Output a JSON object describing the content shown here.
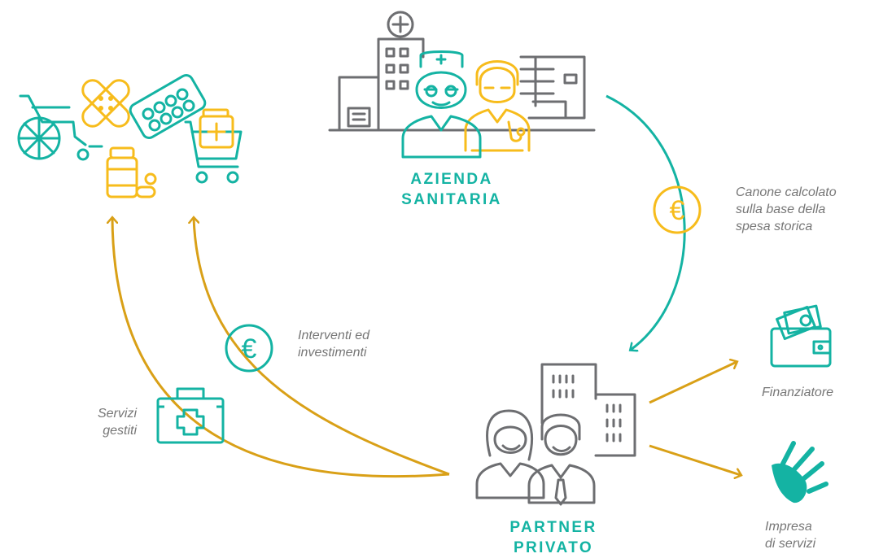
{
  "labels": {
    "azienda_line1": "AZIENDA",
    "azienda_line2": "SANITARIA",
    "partner_line1": "PARTNER",
    "partner_line2": "PRIVATO",
    "canone": [
      "Canone calcolato",
      "sulla base della",
      "spesa storica"
    ],
    "interventi": [
      "Interventi ed",
      "investimenti"
    ],
    "servizi": [
      "Servizi",
      "gestiti"
    ],
    "finanziatore": "Finanziatore",
    "impresa": [
      "Impresa",
      "di servizi"
    ],
    "euro_symbol": "€"
  },
  "icons": {
    "healthcare_supplies": "medical-supplies-icon",
    "hospital_staff": "hospital-staff-icon",
    "euro": "euro-coin-icon",
    "first_aid": "first-aid-kit-icon",
    "partners": "business-partners-icon",
    "wallet": "wallet-icon",
    "services_company": "services-company-icon"
  },
  "colors": {
    "teal": "#14b3a3",
    "gold": "#d9a017",
    "yellow": "#f7bc1c",
    "gray": "#6d6e71",
    "text_gray": "#777777"
  }
}
